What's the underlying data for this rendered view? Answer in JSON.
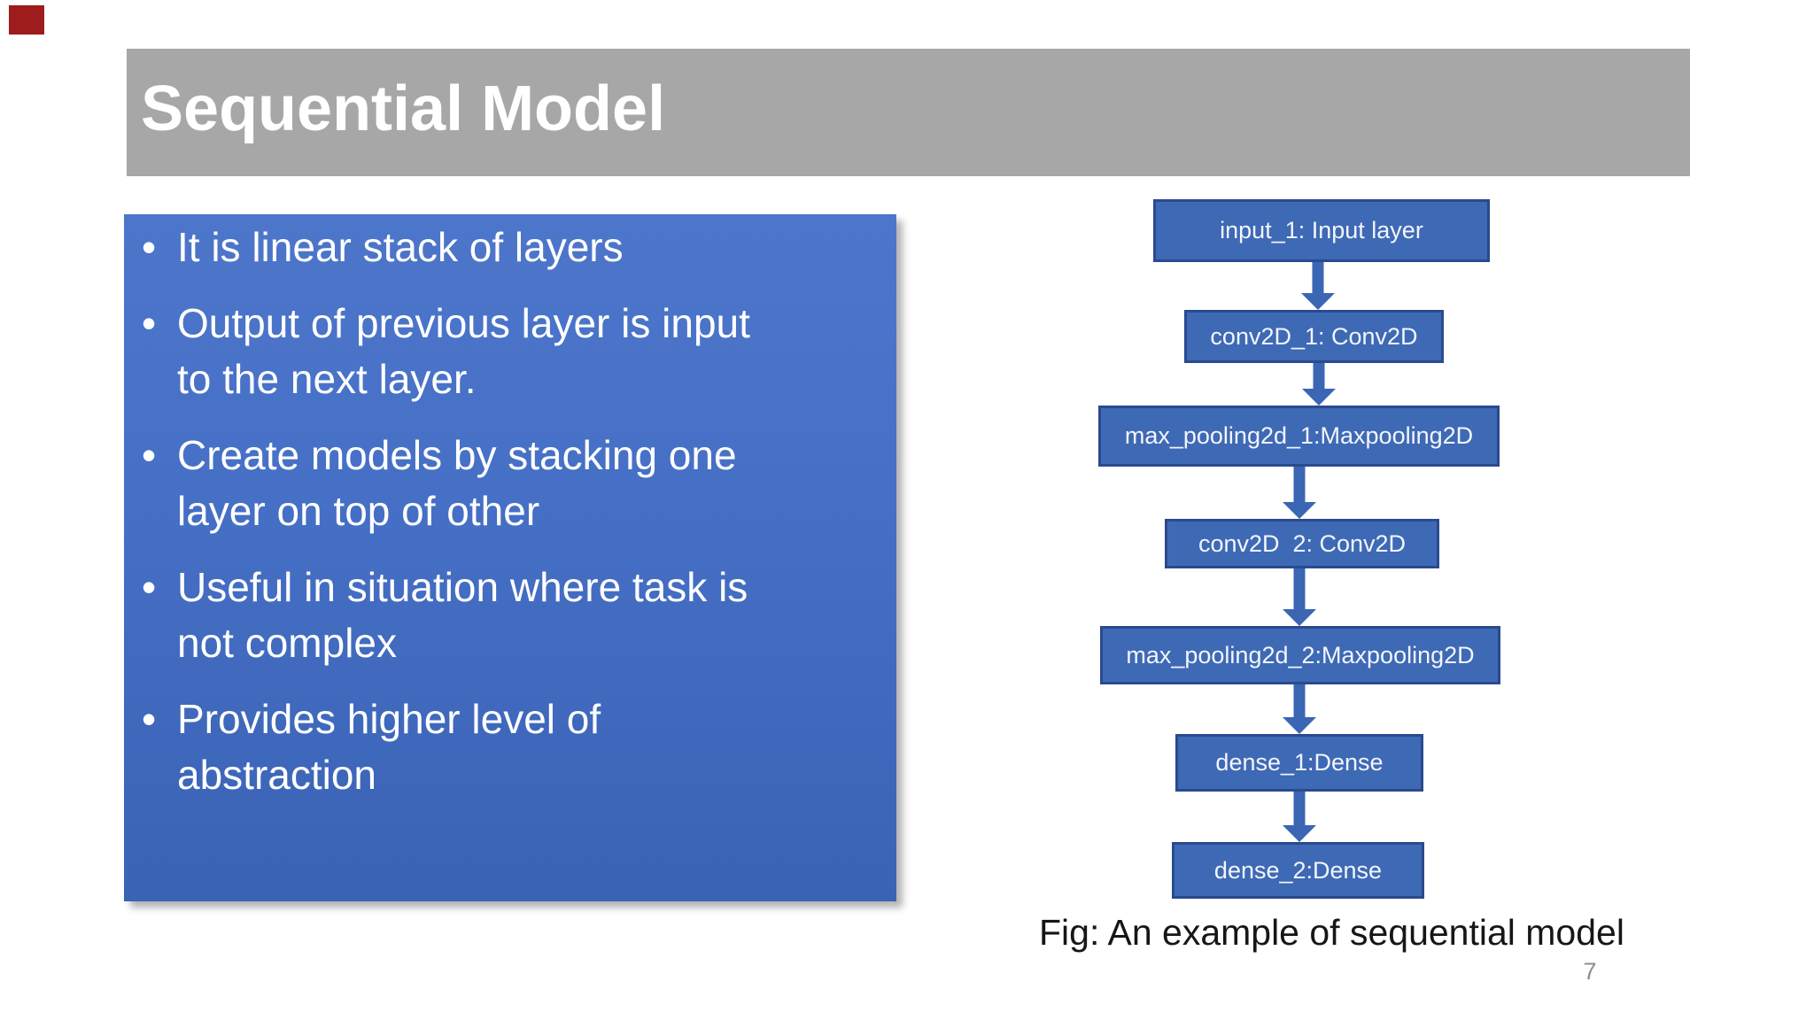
{
  "header": {
    "title": "Sequential Model",
    "bar_color": "#a7a7a7",
    "title_color": "#ffffff"
  },
  "content": {
    "panel_color_top": "#4d76cb",
    "panel_color_bottom": "#3a63b5",
    "text_color": "#ffffff",
    "bullets": [
      {
        "lines": [
          "It is linear stack of layers"
        ]
      },
      {
        "lines": [
          "Output of previous layer is input",
          "to the next layer."
        ]
      },
      {
        "lines": [
          "Create models by stacking one",
          "layer on top of other"
        ]
      },
      {
        "lines": [
          "Useful in situation where task is",
          "not complex"
        ]
      },
      {
        "lines": [
          "Provides higher level of",
          "abstraction"
        ]
      }
    ]
  },
  "diagram": {
    "node_fill_color": "#3e69b5",
    "node_border_color": "#2a4a8f",
    "arrow_color": "#3a66b3",
    "nodes": [
      {
        "label": "input_1: Input layer"
      },
      {
        "label": "conv2D_1: Conv2D"
      },
      {
        "label": "max_pooling2d_1:Maxpooling2D"
      },
      {
        "label": "conv2D  2: Conv2D"
      },
      {
        "label": "max_pooling2d_2:Maxpooling2D"
      },
      {
        "label": "dense_1:Dense"
      },
      {
        "label": "dense_2:Dense"
      }
    ],
    "caption": "Fig: An example of sequential model"
  },
  "footer": {
    "page_number": "7"
  },
  "decor": {
    "corner_marker_color": "#9e1c1c"
  }
}
